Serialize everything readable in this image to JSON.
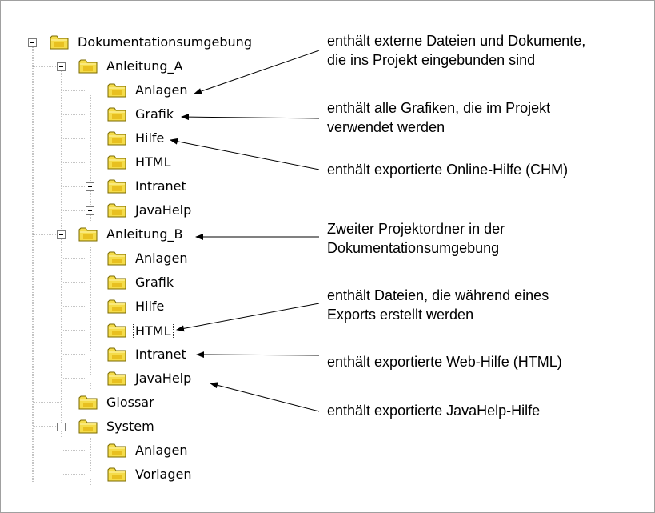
{
  "tree": {
    "root": {
      "label": "Dokumentationsumgebung",
      "expanded": true
    },
    "anleitung_a": {
      "label": "Anleitung_A",
      "expanded": true,
      "children": [
        {
          "label": "Anlagen",
          "expander": "none"
        },
        {
          "label": "Grafik",
          "expander": "none"
        },
        {
          "label": "Hilfe",
          "expander": "none"
        },
        {
          "label": "HTML",
          "expander": "none"
        },
        {
          "label": "Intranet",
          "expander": "plus"
        },
        {
          "label": "JavaHelp",
          "expander": "plus"
        }
      ]
    },
    "anleitung_b": {
      "label": "Anleitung_B",
      "expanded": true,
      "children": [
        {
          "label": "Anlagen",
          "expander": "none"
        },
        {
          "label": "Grafik",
          "expander": "none"
        },
        {
          "label": "Hilfe",
          "expander": "none"
        },
        {
          "label": "HTML",
          "expander": "none"
        },
        {
          "label": "Intranet",
          "expander": "plus"
        },
        {
          "label": "JavaHelp",
          "expander": "plus"
        }
      ]
    },
    "glossar": {
      "label": "Glossar"
    },
    "system": {
      "label": "System",
      "expanded": true,
      "children": [
        {
          "label": "Anlagen",
          "expander": "none"
        },
        {
          "label": "Vorlagen",
          "expander": "plus"
        }
      ]
    }
  },
  "annotations": [
    {
      "lines": [
        "enthält externe Dateien und Dokumente,",
        "die ins Projekt eingebunden sind"
      ]
    },
    {
      "lines": [
        "enthält alle Grafiken, die im Projekt",
        "verwendet werden"
      ]
    },
    {
      "lines": [
        "enthält exportierte Online-Hilfe (CHM)"
      ]
    },
    {
      "lines": [
        "Zweiter Projektordner in der",
        "Dokumentationsumgebung"
      ]
    },
    {
      "lines": [
        "enthält Dateien, die während eines",
        "Exports erstellt werden"
      ]
    },
    {
      "lines": [
        "enthält exportierte Web-Hilfe (HTML)"
      ]
    },
    {
      "lines": [
        "enthält exportierte JavaHelp-Hilfe"
      ]
    }
  ],
  "colors": {
    "folder_fill": "#f5dc4a",
    "folder_outline": "#7a6a00",
    "tree_line": "#8a8a8a",
    "arrow": "#000000"
  }
}
